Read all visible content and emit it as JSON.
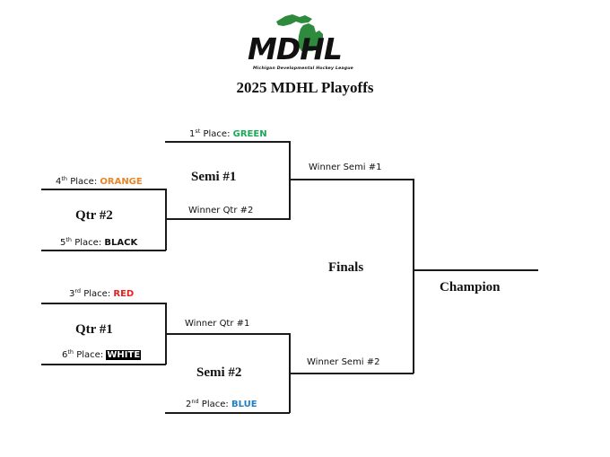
{
  "logo": {
    "text": "MDHL",
    "subtitle": "Michigan Developmental Hockey League",
    "map_color": "#2e8b3e"
  },
  "title": "2025 MDHL Playoffs",
  "seeds": {
    "first": {
      "prefix": "1",
      "suffix": "st",
      "label": " Place: ",
      "team": "GREEN",
      "color": "#1aaa55"
    },
    "fourth": {
      "prefix": "4",
      "suffix": "th",
      "label": " Place: ",
      "team": "ORANGE",
      "color": "#e8872a"
    },
    "fifth": {
      "prefix": "5",
      "suffix": "th",
      "label": " Place: ",
      "team": "BLACK",
      "color": "#111111"
    },
    "third": {
      "prefix": "3",
      "suffix": "rd",
      "label": " Place: ",
      "team": "RED",
      "color": "#e52121"
    },
    "sixth": {
      "prefix": "6",
      "suffix": "th",
      "label": " Place: ",
      "team": "WHITE",
      "color": "#ffffff",
      "highlight": "#000000"
    },
    "second": {
      "prefix": "2",
      "suffix": "nd",
      "label": " Place: ",
      "team": "BLUE",
      "color": "#1f7fc4"
    }
  },
  "rounds": {
    "qtr2": "Qtr #2",
    "qtr1": "Qtr #1",
    "semi1": "Semi #1",
    "semi2": "Semi #2",
    "finals": "Finals",
    "champion": "Champion"
  },
  "winners": {
    "qtr2": "Winner Qtr #2",
    "qtr1": "Winner Qtr #1",
    "semi1": "Winner Semi #1",
    "semi2": "Winner Semi #2"
  }
}
